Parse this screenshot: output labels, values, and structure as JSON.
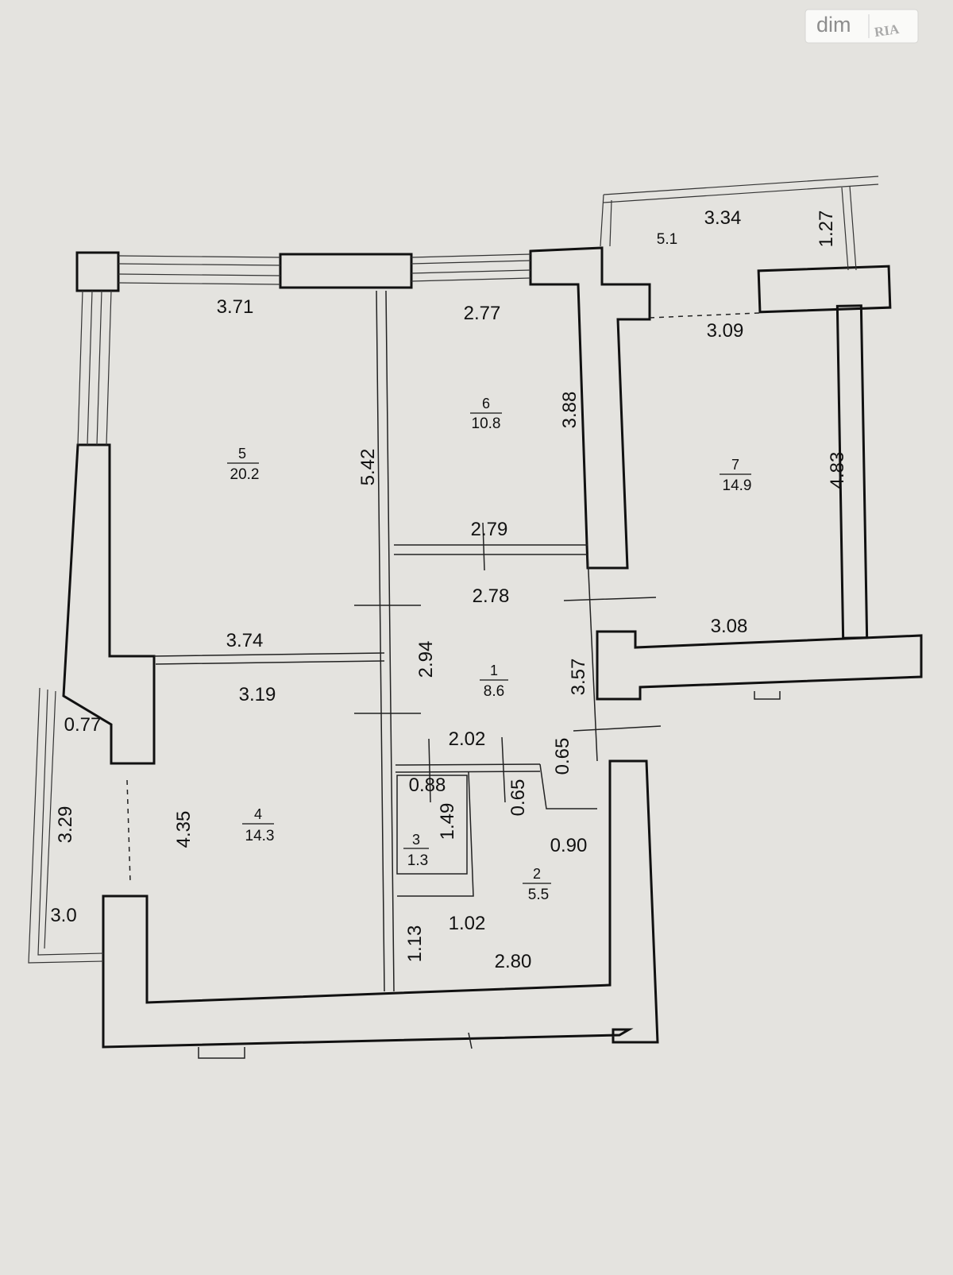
{
  "watermark": {
    "brand": "dim",
    "sub_brand": "RIA"
  },
  "rooms": [
    {
      "id": "room-5",
      "number": "5",
      "area": "20.2"
    },
    {
      "id": "room-6",
      "number": "6",
      "area": "10.8"
    },
    {
      "id": "room-7",
      "number": "7",
      "area": "14.9"
    },
    {
      "id": "room-1",
      "number": "1",
      "area": "8.6"
    },
    {
      "id": "room-4",
      "number": "4",
      "area": "14.3"
    },
    {
      "id": "room-3",
      "number": "3",
      "area": "1.3"
    },
    {
      "id": "room-2",
      "number": "2",
      "area": "5.5"
    },
    {
      "id": "balcony",
      "number": "5.1",
      "area": ""
    }
  ],
  "dimensions": [
    "3.34",
    "1.27",
    "3.71",
    "2.77",
    "3.09",
    "5.42",
    "3.88",
    "4.83",
    "2.79",
    "2.78",
    "3.08",
    "3.74",
    "2.94",
    "3.57",
    "3.19",
    "0.77",
    "2.02",
    "0.65",
    "0.88",
    "0.65",
    "3.29",
    "4.35",
    "1.49",
    "0.90",
    "3.0",
    "1.13",
    "1.02",
    "2.80"
  ]
}
